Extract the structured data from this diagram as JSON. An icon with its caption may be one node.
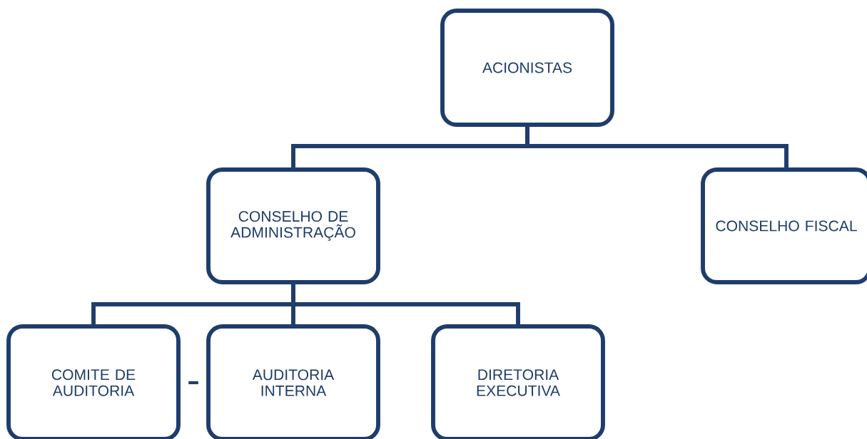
{
  "diagram": {
    "nodes": [
      {
        "text": [
          "ACIONISTAS"
        ]
      },
      {
        "text": [
          "CONSELHO DE ADMINISTRAÇÃO"
        ]
      },
      {
        "text": [
          "CONSELHO FISCAL"
        ]
      },
      {
        "text": [
          "COMITE DE AUDITORIA"
        ]
      },
      {
        "text": [
          "AUDITORIA INTERNA"
        ]
      },
      {
        "text": [
          "DIRETORIA EXECUTIVA"
        ]
      }
    ],
    "edges": [
      {
        "from": 0,
        "to": 1,
        "arrow": "none"
      },
      {
        "from": 0,
        "to": 2,
        "arrow": "none"
      },
      {
        "from": 1,
        "to": 3,
        "arrow": "none"
      },
      {
        "from": 1,
        "to": 4,
        "arrow": "none"
      },
      {
        "from": 1,
        "to": 5,
        "arrow": "none"
      },
      {
        "from": 3,
        "to": 4,
        "arrow": "none"
      }
    ]
  }
}
